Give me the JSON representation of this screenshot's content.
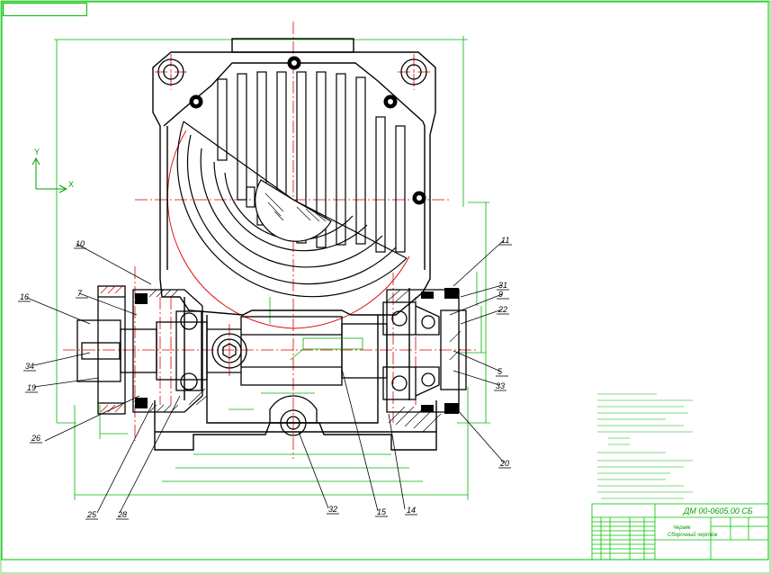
{
  "doc_code_stamp": "",
  "axis": {
    "y": "Y",
    "x": "X"
  },
  "balloons": [
    "16",
    "7",
    "34",
    "19",
    "26",
    "10",
    "25",
    "28",
    "32",
    "15",
    "14",
    "11",
    "31",
    "9",
    "22",
    "5",
    "33",
    "20"
  ],
  "callout": "",
  "title_block": {
    "code": "ДМ 00-0605.00 СБ",
    "name_line1": "Червяк",
    "name_line2": "Сборочный чертёж"
  },
  "colors": {
    "geometry": "#000000",
    "dims": "#00b400",
    "centerlines": "#e00000",
    "frame": "#00c000"
  }
}
